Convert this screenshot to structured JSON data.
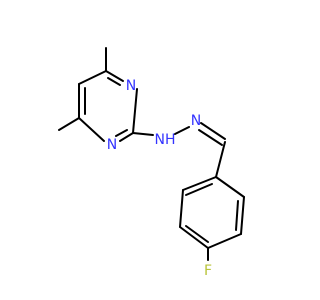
{
  "molecule": {
    "atoms": {
      "n_ring_top": "N",
      "n_ring_bottom": "N",
      "n_hydrazine_nh": "NH",
      "n_hydrazine_imine": "N",
      "fluorine": "F"
    }
  },
  "colors": {
    "bond": "#000000",
    "nitrogen": "#3333ff",
    "fluorine": "#b8c43a",
    "background": "#ffffff"
  }
}
